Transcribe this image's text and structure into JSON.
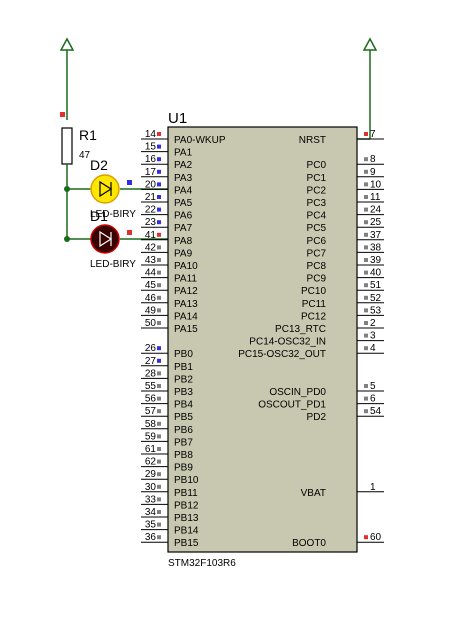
{
  "colors": {
    "wire": "#1a6b1a",
    "chip_fill": "#c8c8b0",
    "outline": "#000000",
    "pin_red": "#e03030",
    "pin_blue": "#3030e0",
    "pin_gray": "#808080",
    "led_on": "#ffe600",
    "led_off": "#3a0000",
    "led_off_ring": "#cc0000"
  },
  "chip": {
    "designator": "U1",
    "part": "STM32F103R6",
    "left_pins": [
      {
        "num": "14",
        "name": "PA0-WKUP",
        "mark": "red"
      },
      {
        "num": "15",
        "name": "PA1",
        "mark": "blue"
      },
      {
        "num": "16",
        "name": "PA2",
        "mark": "blue"
      },
      {
        "num": "17",
        "name": "PA3",
        "mark": "blue"
      },
      {
        "num": "20",
        "name": "PA4",
        "mark": "blue"
      },
      {
        "num": "21",
        "name": "PA5",
        "mark": "blue"
      },
      {
        "num": "22",
        "name": "PA6",
        "mark": "blue"
      },
      {
        "num": "23",
        "name": "PA7",
        "mark": "blue"
      },
      {
        "num": "41",
        "name": "PA8",
        "mark": "red"
      },
      {
        "num": "42",
        "name": "PA9",
        "mark": "gray"
      },
      {
        "num": "43",
        "name": "PA10",
        "mark": "gray"
      },
      {
        "num": "44",
        "name": "PA11",
        "mark": "gray"
      },
      {
        "num": "45",
        "name": "PA12",
        "mark": "gray"
      },
      {
        "num": "46",
        "name": "PA13",
        "mark": "gray"
      },
      {
        "num": "49",
        "name": "PA14",
        "mark": "gray"
      },
      {
        "num": "50",
        "name": "PA15",
        "mark": "gray"
      },
      {
        "num": "",
        "name": "",
        "mark": ""
      },
      {
        "num": "26",
        "name": "PB0",
        "mark": "blue"
      },
      {
        "num": "27",
        "name": "PB1",
        "mark": "blue"
      },
      {
        "num": "28",
        "name": "PB2",
        "mark": "gray"
      },
      {
        "num": "55",
        "name": "PB3",
        "mark": "gray"
      },
      {
        "num": "56",
        "name": "PB4",
        "mark": "gray"
      },
      {
        "num": "57",
        "name": "PB5",
        "mark": "gray"
      },
      {
        "num": "58",
        "name": "PB6",
        "mark": "gray"
      },
      {
        "num": "59",
        "name": "PB7",
        "mark": "gray"
      },
      {
        "num": "61",
        "name": "PB8",
        "mark": "gray"
      },
      {
        "num": "62",
        "name": "PB9",
        "mark": "gray"
      },
      {
        "num": "29",
        "name": "PB10",
        "mark": "gray"
      },
      {
        "num": "30",
        "name": "PB11",
        "mark": "gray"
      },
      {
        "num": "33",
        "name": "PB12",
        "mark": "gray"
      },
      {
        "num": "34",
        "name": "PB13",
        "mark": "gray"
      },
      {
        "num": "35",
        "name": "PB14",
        "mark": "gray"
      },
      {
        "num": "36",
        "name": "PB15",
        "mark": "gray"
      }
    ],
    "right_pins": [
      {
        "num": "7",
        "name": "NRST",
        "mark": "red",
        "slot": 0
      },
      {
        "num": "8",
        "name": "PC0",
        "mark": "gray",
        "slot": 2
      },
      {
        "num": "9",
        "name": "PC1",
        "mark": "gray",
        "slot": 3
      },
      {
        "num": "10",
        "name": "PC2",
        "mark": "gray",
        "slot": 4
      },
      {
        "num": "11",
        "name": "PC3",
        "mark": "gray",
        "slot": 5
      },
      {
        "num": "24",
        "name": "PC4",
        "mark": "gray",
        "slot": 6
      },
      {
        "num": "25",
        "name": "PC5",
        "mark": "gray",
        "slot": 7
      },
      {
        "num": "37",
        "name": "PC6",
        "mark": "gray",
        "slot": 8
      },
      {
        "num": "38",
        "name": "PC7",
        "mark": "gray",
        "slot": 9
      },
      {
        "num": "39",
        "name": "PC8",
        "mark": "gray",
        "slot": 10
      },
      {
        "num": "40",
        "name": "PC9",
        "mark": "gray",
        "slot": 11
      },
      {
        "num": "51",
        "name": "PC10",
        "mark": "gray",
        "slot": 12
      },
      {
        "num": "52",
        "name": "PC11",
        "mark": "gray",
        "slot": 13
      },
      {
        "num": "53",
        "name": "PC12",
        "mark": "gray",
        "slot": 14
      },
      {
        "num": "2",
        "name": "PC13_RTC",
        "mark": "gray",
        "slot": 15
      },
      {
        "num": "3",
        "name": "PC14-OSC32_IN",
        "mark": "gray",
        "slot": 16
      },
      {
        "num": "4",
        "name": "PC15-OSC32_OUT",
        "mark": "gray",
        "slot": 17
      },
      {
        "num": "5",
        "name": "OSCIN_PD0",
        "mark": "gray",
        "slot": 20
      },
      {
        "num": "6",
        "name": "OSCOUT_PD1",
        "mark": "gray",
        "slot": 21
      },
      {
        "num": "54",
        "name": "PD2",
        "mark": "gray",
        "slot": 22
      },
      {
        "num": "1",
        "name": "VBAT",
        "mark": "",
        "slot": 28
      },
      {
        "num": "60",
        "name": "BOOT0",
        "mark": "red",
        "slot": 32
      }
    ]
  },
  "resistor": {
    "designator": "R1",
    "value": "47"
  },
  "led_top": {
    "designator": "D2",
    "label": "LED-BIRY"
  },
  "led_bottom": {
    "designator": "D1",
    "label": "LED-BIRY"
  }
}
